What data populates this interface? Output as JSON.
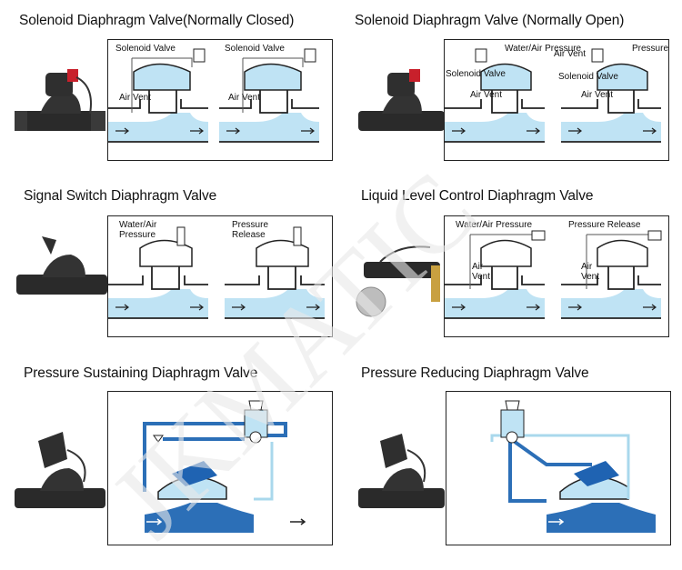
{
  "panels": [
    {
      "title": "Solenoid Diaphragm Valve(Normally Closed)",
      "labels": [
        "Solenoid Valve",
        "Air Vent",
        "Solenoid Valve",
        "Air Vent"
      ]
    },
    {
      "title": "Solenoid Diaphragm Valve (Normally Open)",
      "labels": [
        "Solenoid Valve",
        "Water/Air Pressure",
        "Air Vent",
        "Air Vent",
        "Solenoid Valve",
        "Pressure Release",
        "Air Vent"
      ]
    },
    {
      "title": "Signal Switch Diaphragm Valve",
      "labels": [
        "Water/Air Pressure",
        "Pressure Release"
      ]
    },
    {
      "title": "Liquid Level Control Diaphragm Valve",
      "labels": [
        "Water/Air Pressure",
        "Pressure Release",
        "Air Vent",
        "Air Vent"
      ]
    },
    {
      "title": "Pressure Sustaining Diaphragm Valve",
      "labels": []
    },
    {
      "title": "Pressure Reducing Diaphragm Valve",
      "labels": []
    }
  ],
  "watermark": "JKMATIC",
  "colors": {
    "water_light": "#bfe3f4",
    "water_dark": "#1f63b2",
    "pipe_light": "#a9d8ec",
    "pipe_dark": "#2c6fb7",
    "valve_body": "#2a2a2a"
  }
}
